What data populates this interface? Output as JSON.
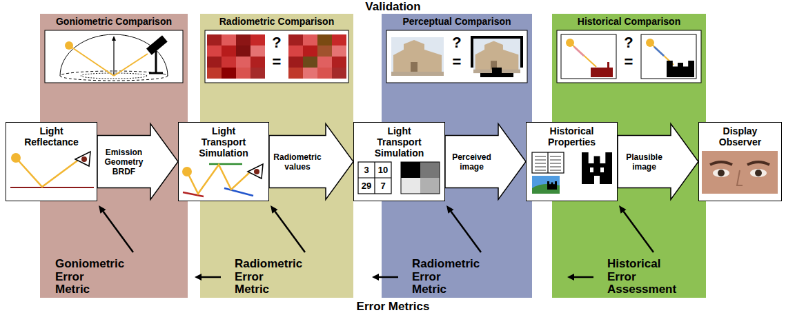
{
  "diagram": {
    "title": "Validation",
    "caption": "Error Metrics",
    "nodes": [
      {
        "text": [
          "Goniometric Comparison"
        ]
      },
      {
        "text": [
          "Radiometric Comparison"
        ]
      },
      {
        "text": [
          "Perceptual Comparison"
        ]
      },
      {
        "text": [
          "Historical Comparison"
        ]
      },
      {
        "text": [
          "Light Reflectance"
        ]
      },
      {
        "text": [
          "Light Transport Simulation"
        ]
      },
      {
        "text": [
          "Light Transport Simulation"
        ]
      },
      {
        "text": [
          "Historical Properties"
        ]
      },
      {
        "text": [
          "Display Observer"
        ]
      }
    ],
    "edges": [
      {
        "from": 4,
        "to": 5,
        "arrow": "to",
        "label": "Emission Geometry BRDF"
      },
      {
        "from": 5,
        "to": 6,
        "arrow": "to",
        "label": "Radiometric values"
      },
      {
        "from": 6,
        "to": 7,
        "arrow": "to",
        "label": "Perceived image"
      },
      {
        "from": 7,
        "to": 8,
        "arrow": "to",
        "label": "Plausible image"
      }
    ],
    "labels": [
      "?",
      "=",
      "?",
      "=",
      "?",
      "=",
      "3",
      "10",
      "29",
      "7",
      "Goniometric Error Metric",
      "Radiometric Error Metric",
      "Radiometric Error Metric",
      "Historical Error Assessment"
    ]
  }
}
